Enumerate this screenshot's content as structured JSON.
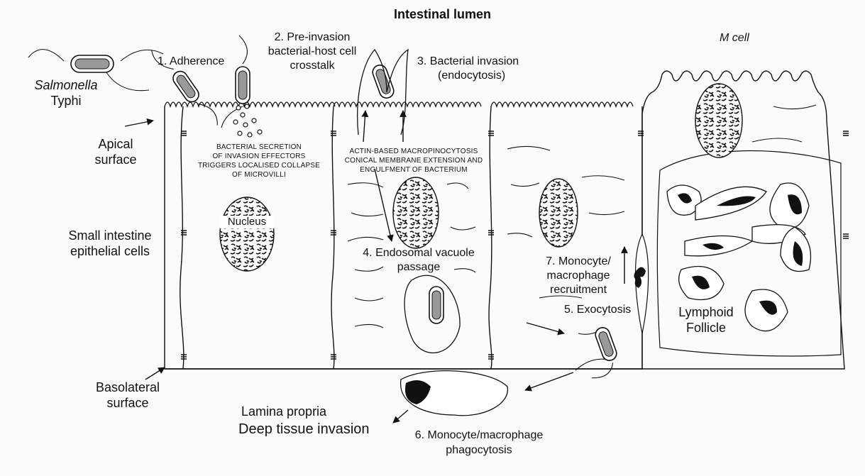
{
  "title": "Intestinal lumen",
  "labels": {
    "salmonella_line1": "Salmonella",
    "salmonella_line2": "Typhi",
    "step1": "1. Adherence",
    "step2_line1": "2. Pre-invasion",
    "step2_line2": "bacterial-host cell",
    "step2_line3": "crosstalk",
    "step3_line1": "3. Bacterial invasion",
    "step3_line2": "(endocytosis)",
    "m_cell": "M cell",
    "apical_line1": "Apical",
    "apical_line2": "surface",
    "secretion_line1": "BACTERIAL SECRETION",
    "secretion_line2": "OF INVASION EFFECTORS",
    "secretion_line3": "TRIGGERS LOCALISED COLLAPSE",
    "secretion_line4": "OF MICROVILLI",
    "actin_line1": "ACTIN-BASED MACROPINOCYTOSIS",
    "actin_line2": "CONICAL MEMBRANE EXTENSION AND",
    "actin_line3": "ENGULFMENT OF BACTERIUM",
    "nucleus": "Nucleus",
    "epithelial_line1": "Small intestine",
    "epithelial_line2": "epithelial cells",
    "step4_line1": "4. Endosomal vacuole",
    "step4_line2": "passage",
    "step7_line1": "7. Monocyte/",
    "step7_line2": "macrophage",
    "step7_line3": "recruitment",
    "step5": "5. Exocytosis",
    "lymphoid_line1": "Lymphoid",
    "lymphoid_line2": "Follicle",
    "basolateral_line1": "Basolateral",
    "basolateral_line2": "surface",
    "lamina": "Lamina propria",
    "deep": "Deep tissue invasion",
    "step6_line1": "6. Monocyte/macrophage",
    "step6_line2": "phagocytosis"
  }
}
